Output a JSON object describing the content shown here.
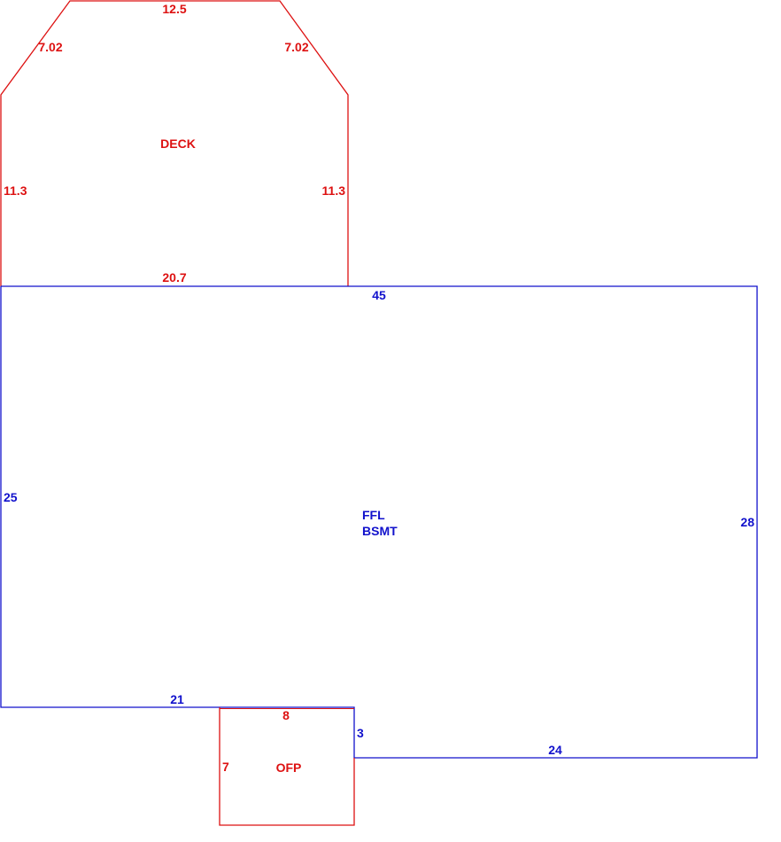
{
  "colors": {
    "deck": "#dd1111",
    "main": "#1111cc",
    "porch": "#dd1111"
  },
  "deck": {
    "label": "DECK",
    "dims": {
      "top": "12.5",
      "left_diag": "7.02",
      "right_diag": "7.02",
      "left": "11.3",
      "right": "11.3",
      "bottom": "20.7"
    }
  },
  "main": {
    "label_line1": "FFL",
    "label_line2": "BSMT",
    "dims": {
      "top": "45",
      "left": "25",
      "right": "28",
      "bottom_left": "21",
      "step": "3",
      "bottom_right": "24"
    }
  },
  "porch": {
    "label": "OFP",
    "dims": {
      "top": "8",
      "left": "7"
    }
  }
}
